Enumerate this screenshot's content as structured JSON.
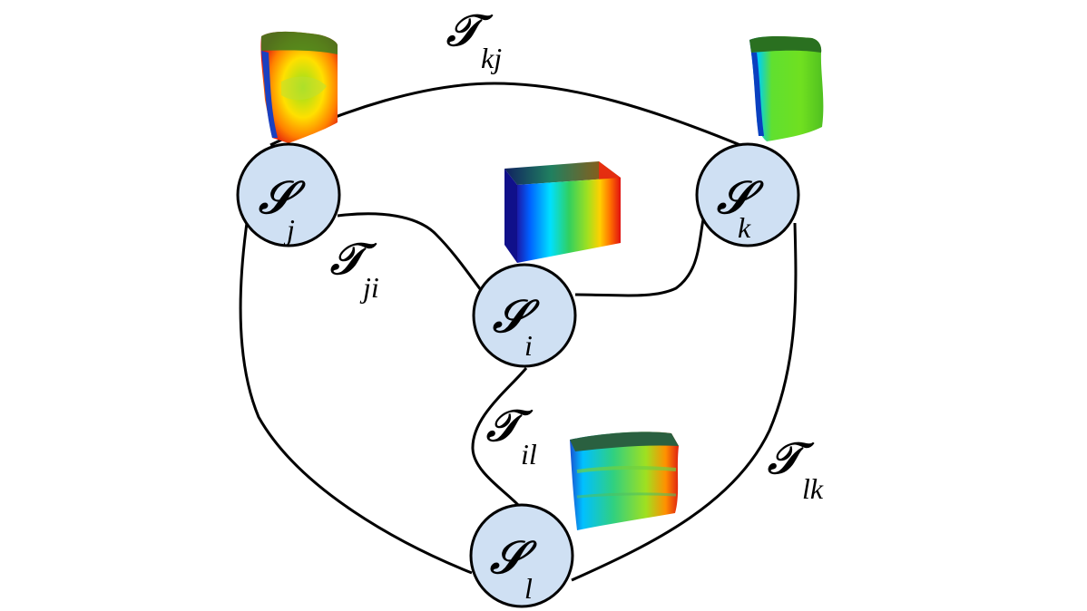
{
  "nodes": {
    "j": {
      "symbol": "𝒮",
      "subscript": "j"
    },
    "k": {
      "symbol": "𝒮",
      "subscript": "k"
    },
    "i": {
      "symbol": "𝒮",
      "subscript": "i"
    },
    "l": {
      "symbol": "𝒮",
      "subscript": "l"
    }
  },
  "edges": {
    "kj": {
      "symbol": "𝒯",
      "subscript": "kj"
    },
    "ji": {
      "symbol": "𝒯",
      "subscript": "ji"
    },
    "il": {
      "symbol": "𝒯",
      "subscript": "il"
    },
    "lk": {
      "symbol": "𝒯",
      "subscript": "lk"
    }
  },
  "colors": {
    "node_fill": "#cfe0f3",
    "stroke": "#000000",
    "colormap": [
      "#1a1aa8",
      "#0070ff",
      "#00e0ff",
      "#30d060",
      "#a0e020",
      "#ffd000",
      "#ff7000",
      "#e01010"
    ]
  },
  "thumbnails": [
    "deformed-block-j",
    "deformed-block-k",
    "reference-block-i",
    "deformed-block-l"
  ]
}
